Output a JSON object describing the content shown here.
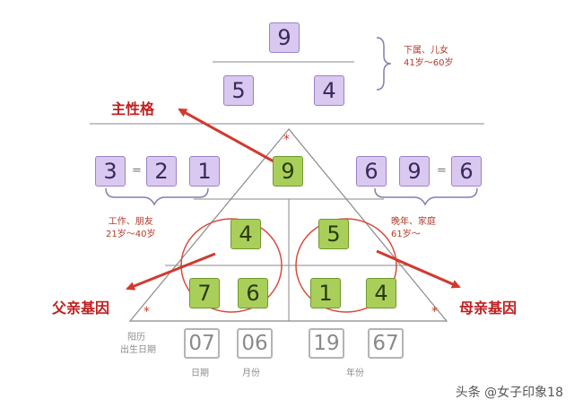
{
  "top": {
    "apex": "9",
    "left": "5",
    "right": "4",
    "note_line1": "下属、儿女",
    "note_line2": "41岁～60岁"
  },
  "main": {
    "label": "主性格",
    "left_chain": [
      "3",
      "=",
      "2",
      "1"
    ],
    "right_chain": [
      "6",
      "9",
      "=",
      "6"
    ],
    "apex": "9",
    "inner_left_top": "4",
    "inner_right_top": "5",
    "bottom_boxes": [
      "7",
      "6",
      "1",
      "4"
    ],
    "left_note_line1": "工作、朋友",
    "left_note_line2": "21岁～40岁",
    "right_note_line1": "晚年、家庭",
    "right_note_line2": "61岁～"
  },
  "labels": {
    "father": "父亲基因",
    "mother": "母亲基因"
  },
  "birth": {
    "title_line1": "阳历",
    "title_line2": "出生日期",
    "values": [
      "07",
      "06",
      "19",
      "67"
    ],
    "captions": [
      "日期",
      "月份",
      "年份"
    ]
  },
  "star": "*",
  "watermark": "头条 @女子印象18",
  "colors": {
    "purple": "#d9c8f0",
    "green": "#a9cf5a",
    "red": "#c01f1f"
  }
}
